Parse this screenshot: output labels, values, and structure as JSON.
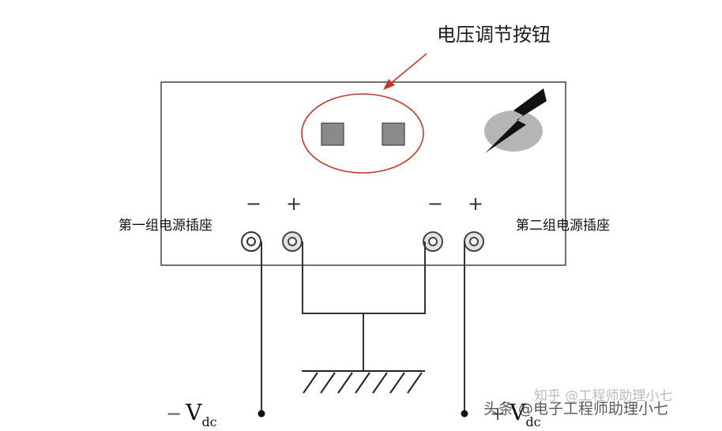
{
  "labels": {
    "button_callout": "电压调节按钮",
    "socket_group_1": "第一组电源插座",
    "socket_group_2": "第二组电源插座"
  },
  "polarity": {
    "g1_minus": "−",
    "g1_plus": "+",
    "g2_minus": "−",
    "g2_plus": "+"
  },
  "outputs": {
    "neg": {
      "sign": "−",
      "symbol": "V",
      "subscript": "dc"
    },
    "pos": {
      "sign": "+",
      "symbol": "V",
      "subscript": "dc"
    }
  },
  "watermark": {
    "primary": "头条 @电子工程师助理小七",
    "secondary": "知乎 @工程师助理小七"
  },
  "colors": {
    "line": "#333333",
    "callout": "#c0392b",
    "button_fill": "#8a8a8a",
    "logo_bolt": "#111111",
    "logo_disc": "#b5b5b5"
  },
  "icons": {
    "logo": "lightning-bolt-icon",
    "ground": "ground-icon"
  }
}
